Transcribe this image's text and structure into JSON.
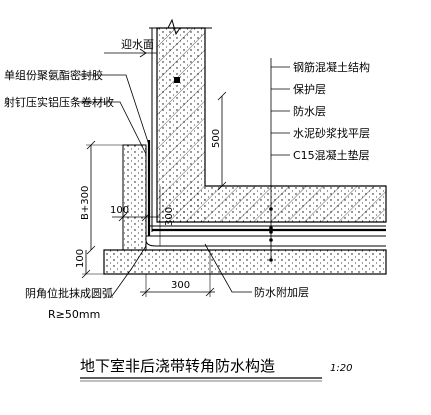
{
  "drawing": {
    "title": "地下室非后浇带转角防水构造",
    "scale": "1:20",
    "labels": {
      "water_face": "迎水面",
      "sealant": "单组份聚氨酯密封胶",
      "nail_strip": "射钉压实铝压条卷材收",
      "corner_arc": "阴角位批抹成圆弧",
      "arc_radius": "R≥50mm",
      "additional_layer": "防水附加层"
    },
    "legend": [
      "钢筋混凝土结构",
      "保护层",
      "防水层",
      "水泥砂浆找平层",
      "C15混凝土垫层"
    ],
    "dimensions": {
      "wall_height": "500",
      "b_plus_300": "B+300",
      "d100_upper": "100",
      "d100_lower": "100",
      "d300_vertical": "300",
      "d300_horizontal": "300"
    }
  }
}
